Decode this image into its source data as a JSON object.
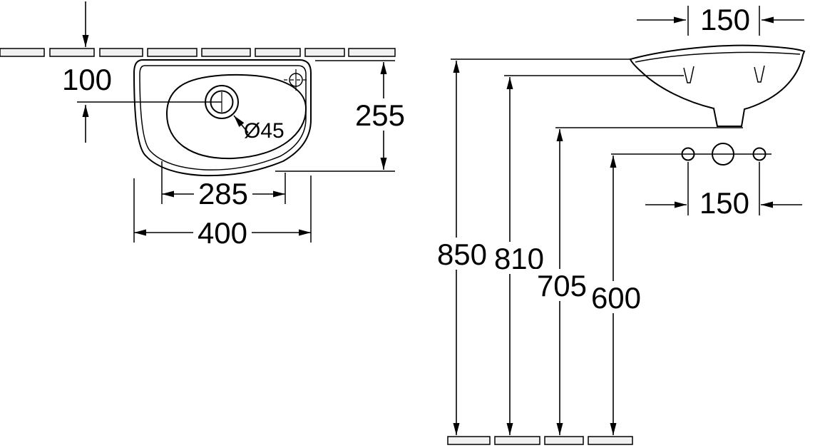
{
  "colors": {
    "line": "#000000",
    "background": "#ffffff",
    "tile_fill": "#f1f1f1"
  },
  "drawing": {
    "type": "washbasin-dimension-drawing",
    "plan": {
      "tap_offset": "100",
      "depth": "255",
      "tap_hole_diameter": "Ø45",
      "bowl_width": "285",
      "overall_width": "400"
    },
    "elevation": {
      "tap_spacing": "150",
      "heights": {
        "rim": "850",
        "tap": "810",
        "basin_bottom": "705",
        "fixing": "600"
      },
      "fixing_spacing": "150"
    }
  }
}
